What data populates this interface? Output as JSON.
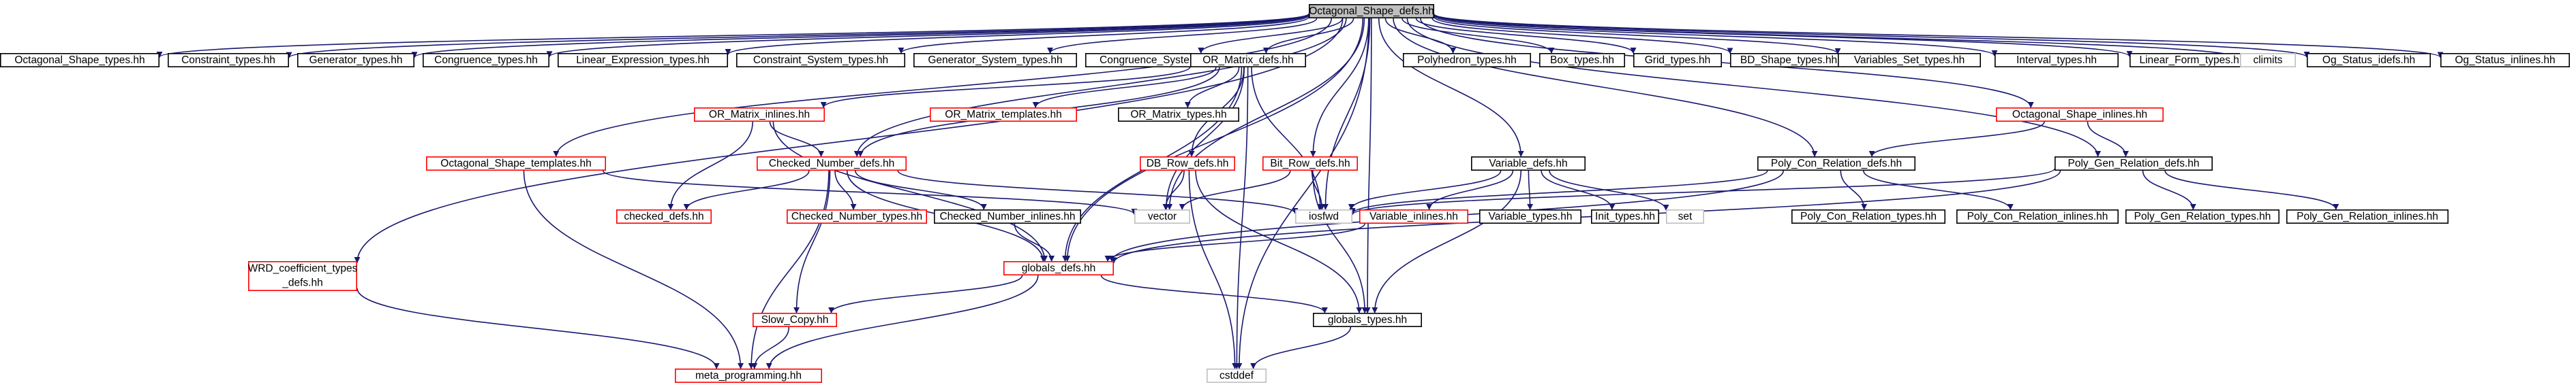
{
  "colors": {
    "edge": "#191970",
    "root_fill": "#bfbfbf",
    "black_stroke": "#000000",
    "red_stroke": "#ff0000",
    "grey_stroke": "#bfbfbf",
    "text": "#000000",
    "grey_text": "#000000"
  },
  "nodes": [
    {
      "id": "root",
      "label": "Octagonal_Shape_defs.hh",
      "style": "root"
    },
    {
      "id": "ost",
      "label": "Octagonal_Shape_types.hh",
      "style": "black"
    },
    {
      "id": "ct",
      "label": "Constraint_types.hh",
      "style": "black"
    },
    {
      "id": "gt",
      "label": "Generator_types.hh",
      "style": "black"
    },
    {
      "id": "cgt",
      "label": "Congruence_types.hh",
      "style": "black"
    },
    {
      "id": "let",
      "label": "Linear_Expression_types.hh",
      "style": "black"
    },
    {
      "id": "cst",
      "label": "Constraint_System_types.hh",
      "style": "black"
    },
    {
      "id": "gst",
      "label": "Generator_System_types.hh",
      "style": "black"
    },
    {
      "id": "cgst",
      "label": "Congruence_System_types.hh",
      "style": "black"
    },
    {
      "id": "ormd",
      "label": "OR_Matrix_defs.hh",
      "style": "black"
    },
    {
      "id": "pht",
      "label": "Polyhedron_types.hh",
      "style": "black"
    },
    {
      "id": "bt",
      "label": "Box_types.hh",
      "style": "black"
    },
    {
      "id": "grt",
      "label": "Grid_types.hh",
      "style": "black"
    },
    {
      "id": "bdst",
      "label": "BD_Shape_types.hh",
      "style": "black"
    },
    {
      "id": "vst",
      "label": "Variables_Set_types.hh",
      "style": "black"
    },
    {
      "id": "it",
      "label": "Interval_types.hh",
      "style": "black"
    },
    {
      "id": "lft",
      "label": "Linear_Form_types.hh",
      "style": "black"
    },
    {
      "id": "climits",
      "label": "climits",
      "style": "grey"
    },
    {
      "id": "ogsi",
      "label": "Og_Status_idefs.hh",
      "style": "black"
    },
    {
      "id": "ogsin",
      "label": "Og_Status_inlines.hh",
      "style": "black"
    },
    {
      "id": "ormi",
      "label": "OR_Matrix_inlines.hh",
      "style": "red"
    },
    {
      "id": "ormt",
      "label": "OR_Matrix_templates.hh",
      "style": "red"
    },
    {
      "id": "ormty",
      "label": "OR_Matrix_types.hh",
      "style": "black"
    },
    {
      "id": "vd",
      "label": "Variable_defs.hh",
      "style": "black"
    },
    {
      "id": "osi",
      "label": "Octagonal_Shape_inlines.hh",
      "style": "red"
    },
    {
      "id": "ostm",
      "label": "Octagonal_Shape_templates.hh",
      "style": "red"
    },
    {
      "id": "cnd",
      "label": "Checked_Number_defs.hh",
      "style": "red"
    },
    {
      "id": "dbr",
      "label": "DB_Row_defs.hh",
      "style": "red"
    },
    {
      "id": "bitr",
      "label": "Bit_Row_defs.hh",
      "style": "red"
    },
    {
      "id": "pcrd",
      "label": "Poly_Con_Relation_defs.hh",
      "style": "black"
    },
    {
      "id": "pgrd",
      "label": "Poly_Gen_Relation_defs.hh",
      "style": "black"
    },
    {
      "id": "chkd",
      "label": "checked_defs.hh",
      "style": "red"
    },
    {
      "id": "cnt",
      "label": "Checked_Number_types.hh",
      "style": "red"
    },
    {
      "id": "cni",
      "label": "Checked_Number_inlines.hh",
      "style": "black"
    },
    {
      "id": "vector",
      "label": "vector",
      "style": "grey"
    },
    {
      "id": "iosfwd",
      "label": "iosfwd",
      "style": "grey"
    },
    {
      "id": "vi",
      "label": "Variable_inlines.hh",
      "style": "red"
    },
    {
      "id": "vty",
      "label": "Variable_types.hh",
      "style": "black"
    },
    {
      "id": "itt",
      "label": "Init_types.hh",
      "style": "black"
    },
    {
      "id": "set",
      "label": "set",
      "style": "grey"
    },
    {
      "id": "pcrt",
      "label": "Poly_Con_Relation_types.hh",
      "style": "black"
    },
    {
      "id": "pcri",
      "label": "Poly_Con_Relation_inlines.hh",
      "style": "black"
    },
    {
      "id": "pgrt",
      "label": "Poly_Gen_Relation_types.hh",
      "style": "black"
    },
    {
      "id": "pgri",
      "label": "Poly_Gen_Relation_inlines.hh",
      "style": "black"
    },
    {
      "id": "wrd",
      "label": "WRD_coefficient_types",
      "label2": "_defs.hh",
      "style": "red"
    },
    {
      "id": "gd",
      "label": "globals_defs.hh",
      "style": "red"
    },
    {
      "id": "sc",
      "label": "Slow_Copy.hh",
      "style": "red"
    },
    {
      "id": "gty",
      "label": "globals_types.hh",
      "style": "black"
    },
    {
      "id": "mp",
      "label": "meta_programming.hh",
      "style": "red"
    },
    {
      "id": "cstddef",
      "label": "cstddef",
      "style": "grey"
    }
  ],
  "edges": [
    [
      "root",
      "ost"
    ],
    [
      "root",
      "ct"
    ],
    [
      "root",
      "gt"
    ],
    [
      "root",
      "cgt"
    ],
    [
      "root",
      "let"
    ],
    [
      "root",
      "cst"
    ],
    [
      "root",
      "gst"
    ],
    [
      "root",
      "cgst"
    ],
    [
      "root",
      "ormd"
    ],
    [
      "root",
      "pht"
    ],
    [
      "root",
      "bt"
    ],
    [
      "root",
      "grt"
    ],
    [
      "root",
      "bdst"
    ],
    [
      "root",
      "vst"
    ],
    [
      "root",
      "it"
    ],
    [
      "root",
      "lft"
    ],
    [
      "root",
      "climits"
    ],
    [
      "root",
      "ogsi"
    ],
    [
      "root",
      "ogsin"
    ],
    [
      "root",
      "osi"
    ],
    [
      "root",
      "ostm"
    ],
    [
      "root",
      "wrd"
    ],
    [
      "root",
      "cnd"
    ],
    [
      "root",
      "bitr"
    ],
    [
      "root",
      "vd"
    ],
    [
      "root",
      "pcrd"
    ],
    [
      "root",
      "pgrd"
    ],
    [
      "root",
      "iosfwd"
    ],
    [
      "root",
      "vector"
    ],
    [
      "root",
      "gd"
    ],
    [
      "root",
      "gty"
    ],
    [
      "root",
      "cstddef"
    ],
    [
      "ormd",
      "ormi"
    ],
    [
      "ormd",
      "ormt"
    ],
    [
      "ormd",
      "ormty"
    ],
    [
      "ormd",
      "cnd"
    ],
    [
      "ormd",
      "dbr"
    ],
    [
      "ormd",
      "vector"
    ],
    [
      "ormd",
      "iosfwd"
    ],
    [
      "ormd",
      "gd"
    ],
    [
      "ormd",
      "cstddef"
    ],
    [
      "ormi",
      "chkd"
    ],
    [
      "ormi",
      "cnd"
    ],
    [
      "ormi",
      "gd"
    ],
    [
      "ostm",
      "vector"
    ],
    [
      "ostm",
      "mp"
    ],
    [
      "osi",
      "pcrd"
    ],
    [
      "osi",
      "pgrd"
    ],
    [
      "cnd",
      "chkd"
    ],
    [
      "cnd",
      "cnt"
    ],
    [
      "cnd",
      "cni"
    ],
    [
      "cnd",
      "iosfwd"
    ],
    [
      "cnd",
      "gd"
    ],
    [
      "cnd",
      "sc"
    ],
    [
      "cnd",
      "mp"
    ],
    [
      "dbr",
      "vector"
    ],
    [
      "dbr",
      "gty"
    ],
    [
      "dbr",
      "cstddef"
    ],
    [
      "bitr",
      "vector"
    ],
    [
      "bitr",
      "iosfwd"
    ],
    [
      "bitr",
      "gty"
    ],
    [
      "vd",
      "iosfwd"
    ],
    [
      "vd",
      "vi"
    ],
    [
      "vd",
      "vty"
    ],
    [
      "vd",
      "itt"
    ],
    [
      "vd",
      "set"
    ],
    [
      "vd",
      "gty"
    ],
    [
      "pcrd",
      "iosfwd"
    ],
    [
      "pcrd",
      "pcrt"
    ],
    [
      "pcrd",
      "pcri"
    ],
    [
      "pcrd",
      "gd"
    ],
    [
      "pgrd",
      "iosfwd"
    ],
    [
      "pgrd",
      "pgrt"
    ],
    [
      "pgrd",
      "pgri"
    ],
    [
      "pgrd",
      "gd"
    ],
    [
      "cni",
      "gd"
    ],
    [
      "vi",
      "gd"
    ],
    [
      "wrd",
      "mp"
    ],
    [
      "gd",
      "sc"
    ],
    [
      "gd",
      "gty"
    ],
    [
      "gd",
      "mp"
    ],
    [
      "sc",
      "mp"
    ],
    [
      "gty",
      "cstddef"
    ]
  ]
}
